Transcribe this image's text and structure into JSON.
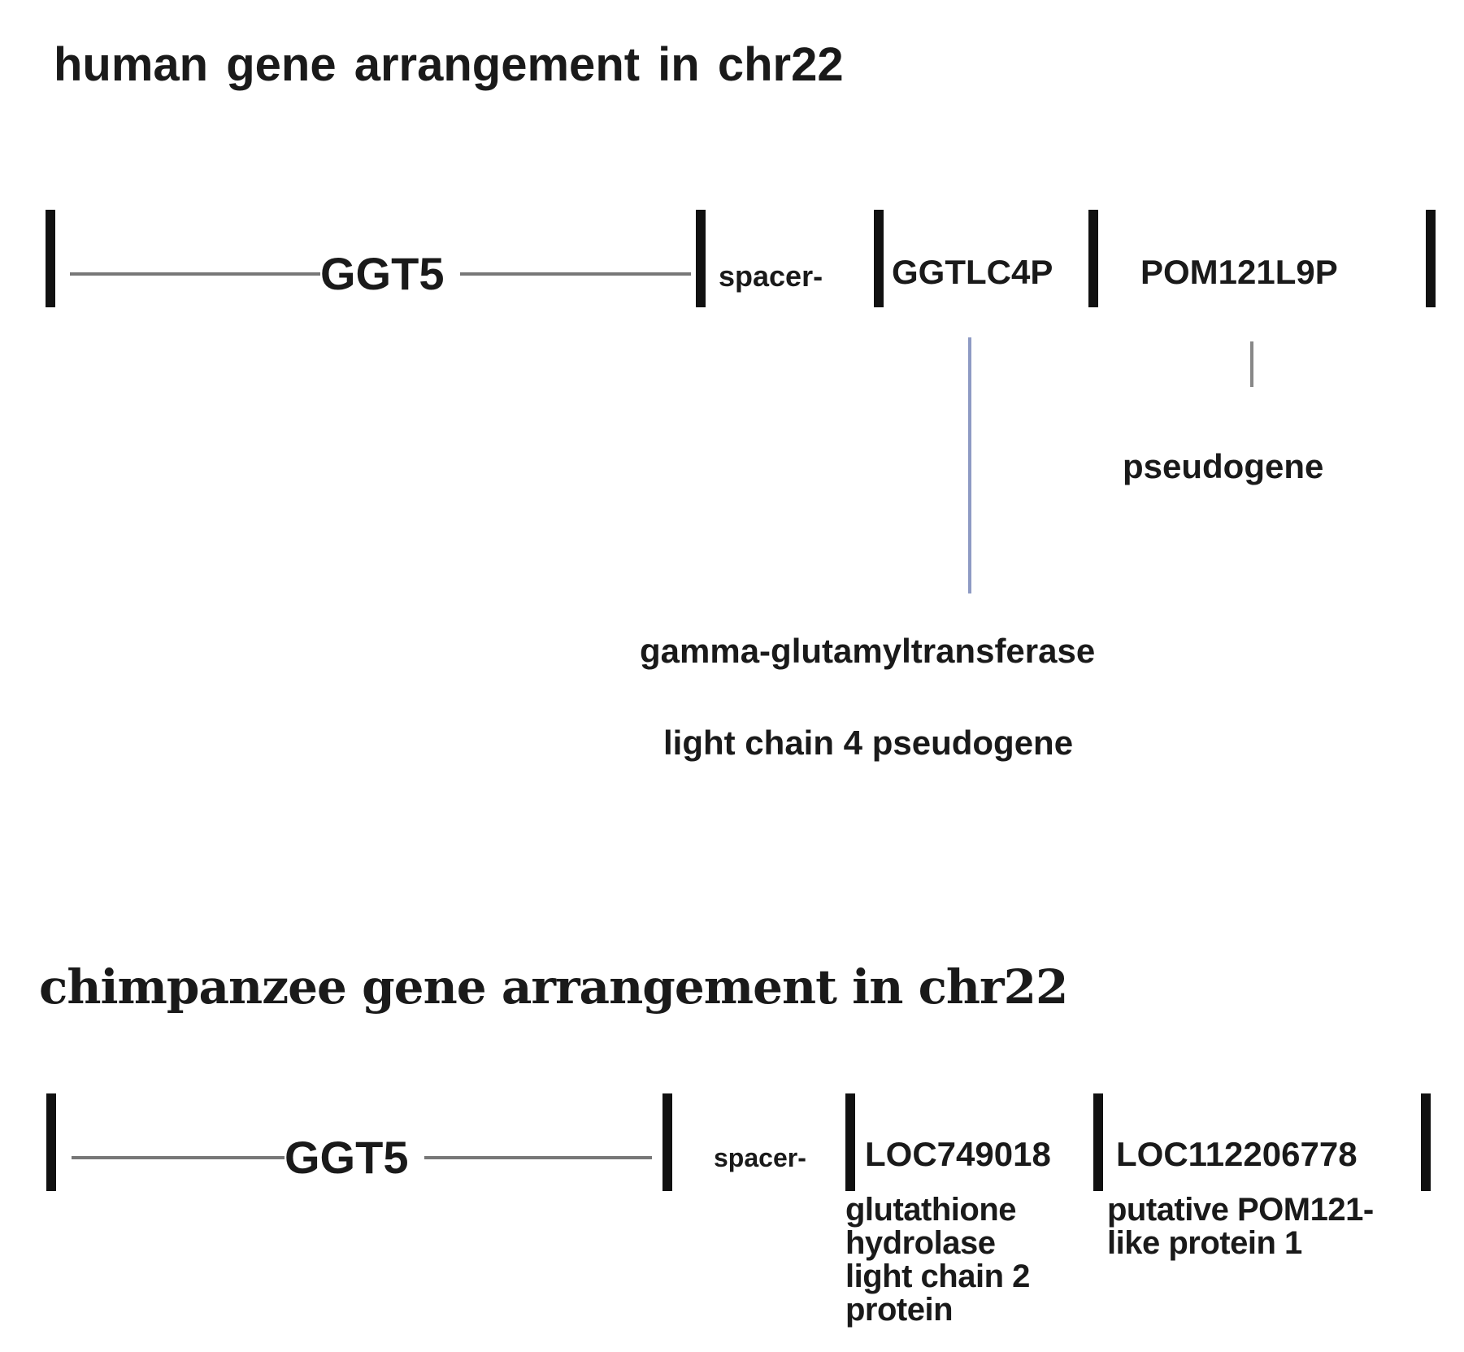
{
  "human": {
    "title": "human  gene arrangement in chr22",
    "genes": {
      "ggt5": "GGT5",
      "spacer": "spacer-",
      "ggtlc4p": "GGTLC4P",
      "pom121l9p": "POM121L9P"
    },
    "annotations": {
      "pom_desc": "pseudogene",
      "ggtlc4p_desc_line1": "gamma-glutamyltransferase",
      "ggtlc4p_desc_line2": "light chain 4 pseudogene"
    }
  },
  "chimpanzee": {
    "title": "chimpanzee gene arrangement in chr22",
    "genes": {
      "ggt5": "GGT5",
      "spacer": "spacer-",
      "loc749018": "LOC749018",
      "loc112206778": "LOC112206778"
    },
    "annotations": {
      "loc749018_desc": [
        "glutathione",
        "hydrolase",
        "light chain 2",
        "protein"
      ],
      "loc112206778_desc": [
        "putative POM121-",
        "like protein 1"
      ]
    }
  },
  "colors": {
    "text": "#1a1a1a",
    "boundary_bar": "#111111",
    "gene_line": "#777777",
    "ggtlc4p_connector": "#8e9bc4",
    "pom_connector": "#888888"
  }
}
